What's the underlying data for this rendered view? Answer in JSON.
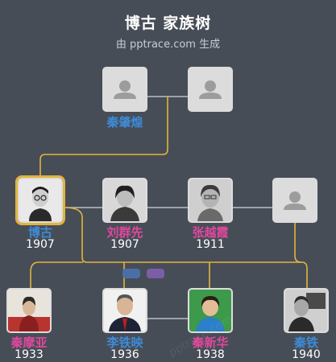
{
  "header": {
    "title": "博古 家族树",
    "subtitle": "由 pptrace.com 生成"
  },
  "colors": {
    "background": "#474d57",
    "male": "#3d8bd8",
    "female": "#e0489d",
    "line_parent": "#e2b43c",
    "line_spouse": "#b9bfc7",
    "selected_border": "#e2b43c"
  },
  "people": {
    "father": {
      "name": "秦肇煌",
      "year": ""
    },
    "mother": {
      "name": "",
      "year": ""
    },
    "self": {
      "name": "博古",
      "year": "1907"
    },
    "spouse1": {
      "name": "刘群先",
      "year": "1907"
    },
    "spouse2": {
      "name": "张越霞",
      "year": "1911"
    },
    "spouse3": {
      "name": "",
      "year": ""
    },
    "child1": {
      "name": "秦摩亚",
      "year": "1933"
    },
    "child2": {
      "name": "李铁映",
      "year": "1936"
    },
    "child3": {
      "name": "秦新华",
      "year": "1938"
    },
    "child4": {
      "name": "秦铁",
      "year": "1940"
    }
  },
  "icons": {
    "placeholder": "person-silhouette-icon"
  },
  "watermark": "pptrace.com"
}
